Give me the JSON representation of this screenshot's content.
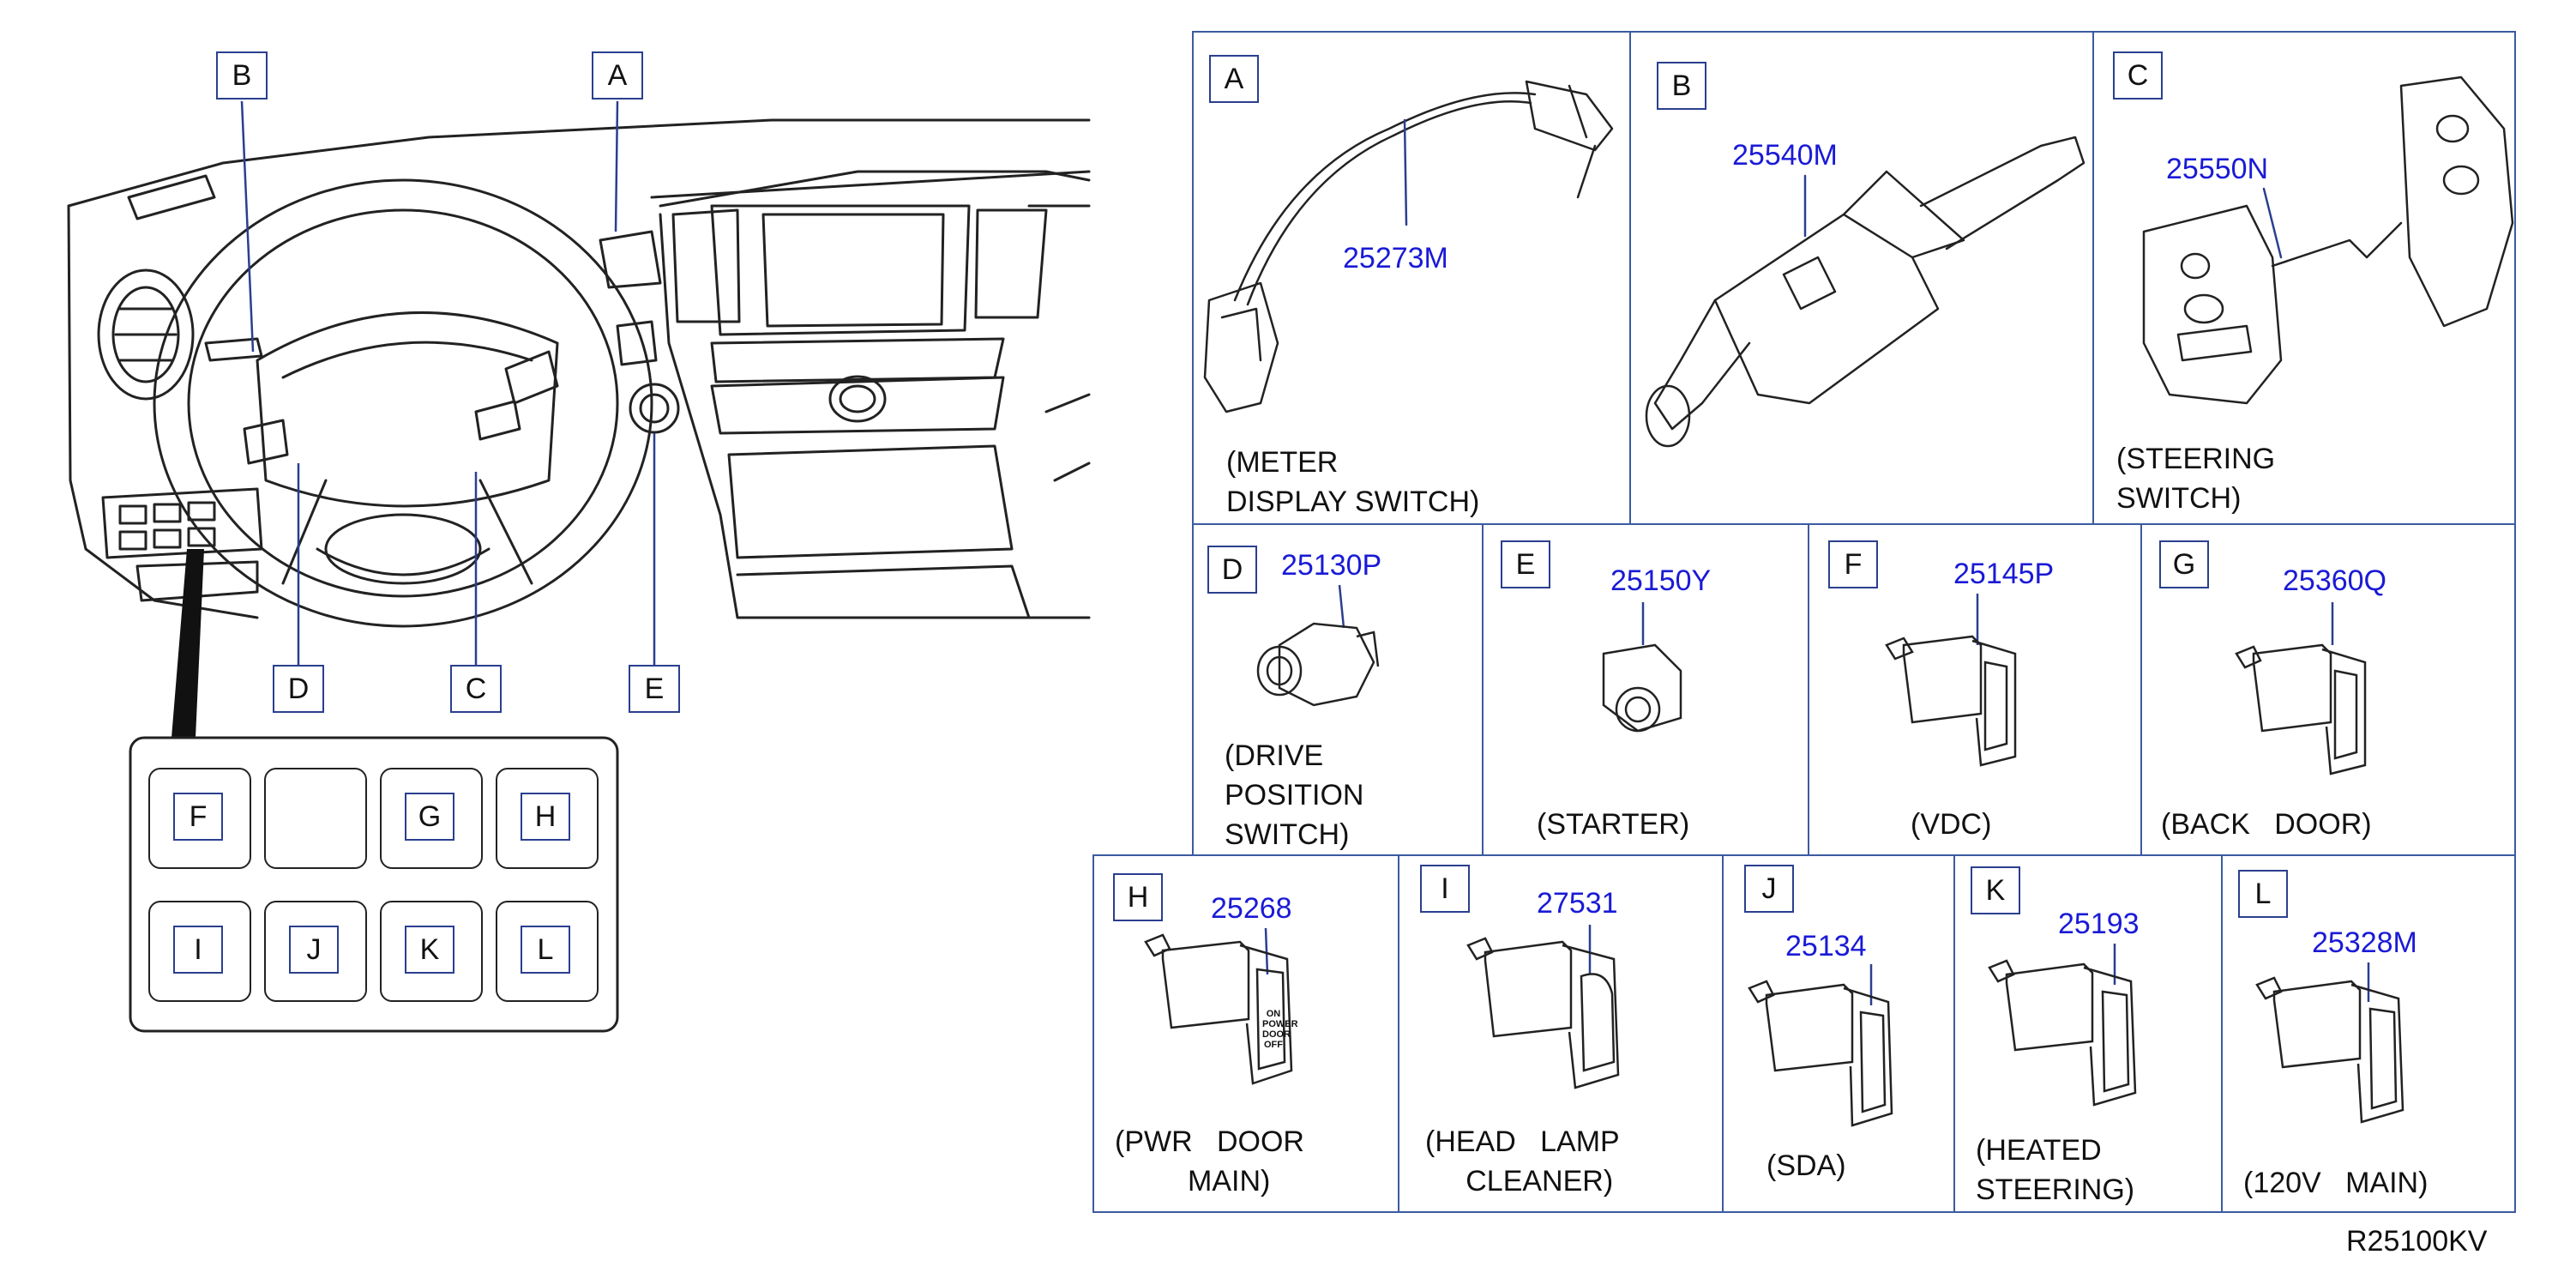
{
  "dashboard": {
    "callouts": [
      "A",
      "B",
      "C",
      "D",
      "E"
    ],
    "switch_panel": {
      "row1": [
        "F",
        "",
        "G",
        "H"
      ],
      "row2": [
        "I",
        "J",
        "K",
        "L"
      ]
    }
  },
  "parts": [
    {
      "letter": "A",
      "part_no": "25273M",
      "caption": "(METER\nDISPLAY SWITCH)"
    },
    {
      "letter": "B",
      "part_no": "25540M",
      "caption": ""
    },
    {
      "letter": "C",
      "part_no": "25550N",
      "caption": "(STEERING\nSWITCH)"
    },
    {
      "letter": "D",
      "part_no": "25130P",
      "caption": "(DRIVE\nPOSITION\nSWITCH)"
    },
    {
      "letter": "E",
      "part_no": "25150Y",
      "caption": "(STARTER)"
    },
    {
      "letter": "F",
      "part_no": "25145P",
      "caption": "(VDC)"
    },
    {
      "letter": "G",
      "part_no": "25360Q",
      "caption": "(BACK   DOOR)"
    },
    {
      "letter": "H",
      "part_no": "25268",
      "caption": "(PWR   DOOR\n         MAIN)"
    },
    {
      "letter": "I",
      "part_no": "27531",
      "caption": "(HEAD   LAMP\n     CLEANER)"
    },
    {
      "letter": "J",
      "part_no": "25134",
      "caption": "(SDA)"
    },
    {
      "letter": "K",
      "part_no": "25193",
      "caption": "(HEATED\nSTEERING)"
    },
    {
      "letter": "L",
      "part_no": "25328M",
      "caption": "(120V   MAIN)"
    }
  ],
  "switch_face_text": [
    "ON",
    "POWER DOOR",
    "OFF"
  ],
  "diagram_code": "R25100KV"
}
